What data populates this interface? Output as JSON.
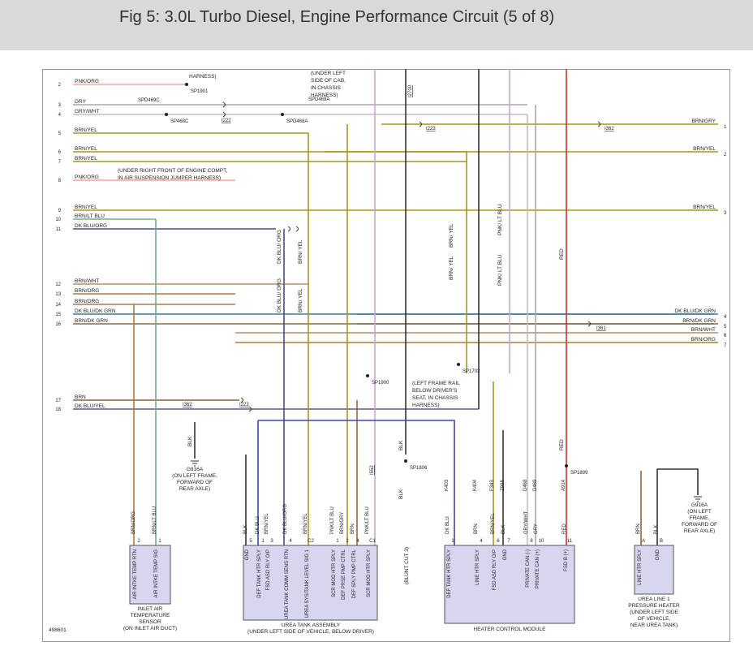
{
  "header": {
    "title": "Fig 5: 3.0L Turbo Diesel, Engine Performance Circuit (5 of 8)"
  },
  "doc_id": "498601",
  "colors": {
    "PNK/ORG": "#f2a6a0",
    "GRY": "#a8a8a8",
    "GRY/WHT": "#bfbfbf",
    "BRN/YEL": "#a8961e",
    "BRN/LT BLU": "#6fae8a",
    "DK BLU/ORG": "#4a4a80",
    "BRN/WHT": "#b09070",
    "BRN/ORG": "#b07a3a",
    "DK BLU/DK GRN": "#3a7a96",
    "BRN/DK GRN": "#8a6a3a",
    "BRN": "#8a6540",
    "DK BLU/YEL": "#5a5a8a",
    "BLK": "#333333",
    "RED": "#d03030",
    "BRN/GRY": "#a09070",
    "PNK/LT BLU": "#c8a8d0",
    "DK BLU": "#3a4aa0"
  },
  "left_wires": [
    {
      "pin": "2",
      "label": "PNK/ORG",
      "color": "PNK/ORG"
    },
    {
      "pin": "3",
      "label": "GRY",
      "color": "GRY"
    },
    {
      "pin": "4",
      "label": "GRY/WHT",
      "color": "GRY/WHT"
    },
    {
      "pin": "5",
      "label": "BRN/YEL",
      "color": "BRN/YEL"
    },
    {
      "pin": "6",
      "label": "BRN/YEL",
      "color": "BRN/YEL"
    },
    {
      "pin": "7",
      "label": "BRN/YEL",
      "color": "BRN/YEL"
    },
    {
      "pin": "8",
      "label": "PNK/ORG",
      "color": "PNK/ORG"
    },
    {
      "pin": "9",
      "label": "BRN/YEL",
      "color": "BRN/YEL"
    },
    {
      "pin": "10",
      "label": "BRN/LT BLU",
      "color": "BRN/LT BLU"
    },
    {
      "pin": "11",
      "label": "DK BLU/ORG",
      "color": "DK BLU/ORG"
    },
    {
      "pin": "12",
      "label": "BRN/WHT",
      "color": "BRN/WHT"
    },
    {
      "pin": "13",
      "label": "BRN/ORG",
      "color": "BRN/ORG"
    },
    {
      "pin": "14",
      "label": "BRN/ORG",
      "color": "BRN/ORG"
    },
    {
      "pin": "15",
      "label": "DK BLU/DK GRN",
      "color": "DK BLU/DK GRN"
    },
    {
      "pin": "16",
      "label": "BRN/DK GRN",
      "color": "BRN/DK GRN"
    },
    {
      "pin": "17",
      "label": "BRN",
      "color": "BRN"
    },
    {
      "pin": "18",
      "label": "DK BLU/YEL",
      "color": "DK BLU/YEL"
    }
  ],
  "right_wires": [
    {
      "pin": "1",
      "label": "BRN/GRY",
      "color": "BRN/YEL"
    },
    {
      "pin": "2",
      "label": "BRN/YEL",
      "color": "BRN/YEL"
    },
    {
      "pin": "3",
      "label": "BRN/YEL",
      "color": "BRN/YEL"
    },
    {
      "pin": "4",
      "label": "DK BLU/DK GRN",
      "color": "DK BLU/DK GRN"
    },
    {
      "pin": "5",
      "label": "BRN/DK GRN",
      "color": "BRN/DK GRN"
    },
    {
      "pin": "6",
      "label": "BRN/WHT",
      "color": "BRN/WHT"
    },
    {
      "pin": "7",
      "label": "BRN/ORG",
      "color": "BRN/ORG"
    }
  ],
  "notes": {
    "harness_top": "HARNESS)",
    "left_cab": [
      "(UNDER LEFT",
      "SIDE OF CAB,",
      "IN CHASSIS",
      "HARNESS)"
    ],
    "engine_compt": [
      "(UNDER RIGHT FRONT OF ENGINE COMPT,",
      "IN AIR SUSPENSION JUMPER HARNESS)"
    ],
    "frame_rail": [
      "(LEFT FRAME RAIL",
      "BELOW DRIVER'S",
      "SEAT, IN CHASSIS",
      "HARNESS)"
    ],
    "blunt_cut": "(BLUNT CUT 3)"
  },
  "splices": {
    "sp1901": "SP1901",
    "sp469c": "SPD469C",
    "sp468c": "SP468C",
    "sp468a": "SPD468A",
    "sp469a": "SPD469A",
    "sp1703": "SP1703",
    "sp1900": "SP1900",
    "sp1806": "SP1806",
    "sp1899": "SP1899"
  },
  "connector_refs": {
    "i222": "I222",
    "i223": "I223",
    "i362": "I362",
    "i361": "I361",
    "i2700": "I2700",
    "i552": "I552"
  },
  "grounds": {
    "g916a_left": [
      "G916A",
      "(ON LEFT FRAME,",
      "FORWARD OF",
      "REAR AXLE)"
    ],
    "g916a_right": [
      "G916A",
      "(ON LEFT",
      "FRAME,",
      "FORWARD OF",
      "REAR AXLE)"
    ]
  },
  "components": {
    "inlet_air": {
      "pins": [
        "AIR INTKE TEMP RTN",
        "AIR INTKE TEMP SIG"
      ],
      "pin_numbers": [
        "2",
        "1"
      ],
      "wires": [
        "BRN/ORG",
        "BRN/LT BLU"
      ],
      "label": [
        "INLET AIR",
        "TEMPERATURE",
        "SENSOR",
        "(ON INLET AIR DUCT)"
      ]
    },
    "urea_tank": {
      "pins": [
        "GND",
        "DEF TANK HTR SPLY",
        "FSD ASD RLY O/P",
        "UREA TANK COMM SENS RTN",
        "UREA SYS/TANK LEVEL SIG 1",
        "SCR MOD HTR SPLY",
        "DEF PRSE PMP CTRL",
        "DEF SPLY PMP CTRL",
        "SCR MOD HTR SPLY"
      ],
      "pin_numbers": [
        "5",
        "1",
        "3",
        "4",
        "C2",
        "1",
        "2",
        "4",
        "C1"
      ],
      "wires": [
        "BLK",
        "DK BLU",
        "BRN/YEL",
        "DK BLU/ORG",
        "BRN/YEL",
        "PNK/LT BLU",
        "BRN/GRY",
        "BRN",
        "PNK/LT BLU"
      ],
      "label": [
        "UREA TANK ASSEMBLY",
        "(UNDER LEFT SIDE OF VEHICLE, BELOW DRIVER)"
      ]
    },
    "heater_module": {
      "pins": [
        "DEF TANK HTR SPLY",
        "LINE HTR SPLY",
        "FSD ASD RLY O/P",
        "GND",
        "PRIVATE CAN (-)",
        "PRIVATE CAN (+)",
        "FSD B (+)"
      ],
      "pin_numbers": [
        "1",
        "4",
        "6",
        "7",
        "8",
        "10",
        "11"
      ],
      "circuits": [
        "K403",
        "K404",
        "F343",
        "Z908",
        "D468",
        "D469",
        "A914"
      ],
      "wires": [
        "DK BLU",
        "BRN",
        "BRN/YEL",
        "BLK",
        "GRY/WHT",
        "GRY",
        "RED"
      ],
      "label": "HEATER CONTROL MODULE"
    },
    "urea_line_heater": {
      "pins": [
        "LINE HTR SPLY",
        "GND"
      ],
      "pin_numbers": [
        "A",
        "B"
      ],
      "wires": [
        "BRN",
        "BLK"
      ],
      "label": [
        "UREA LINE 1",
        "PRESSURE HEATER",
        "(UNDER LEFT SIDE",
        "OF VEHICLE,",
        "NEAR UREA TANK)"
      ]
    }
  },
  "vertical_labels": {
    "dkblu_org": "DK BLU/ ORG",
    "brn_yel": "BRN/ YEL",
    "pnk_ltblu": "PNK/ LT BLU",
    "red": "RED",
    "blk": "BLK"
  }
}
